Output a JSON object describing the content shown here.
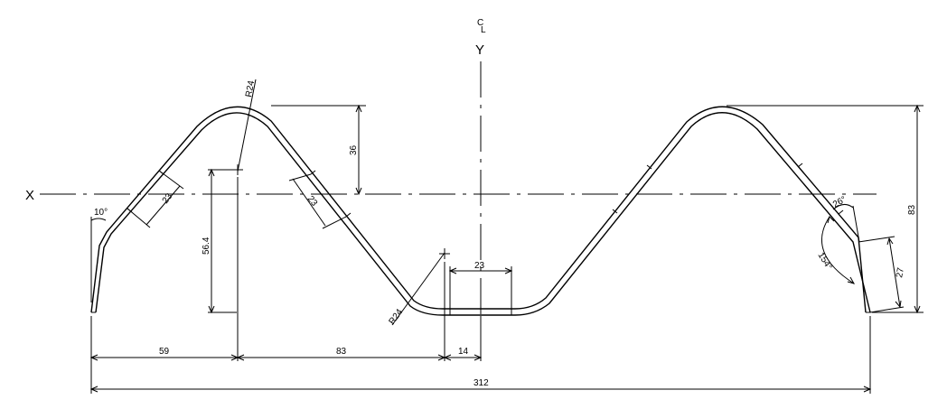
{
  "axes": {
    "x_label": "X",
    "y_label": "Y",
    "centerline_c": "C",
    "centerline_l": "L"
  },
  "radii": {
    "top_left": "R24",
    "bottom": "R24"
  },
  "angles": {
    "lip_left": "10°",
    "right_small": "26°",
    "right_large": "154°"
  },
  "dimensions": {
    "total_width": "312",
    "left_to_crest": "59",
    "crest_to_valley": "83",
    "valley_half": "14",
    "valley_flat": "23",
    "crest_above_axis": "36",
    "crest_center_below": "56.4",
    "overall_height": "83",
    "right_lip": "27",
    "left_flat_segment": "23",
    "mid_flat_segment": "23"
  }
}
